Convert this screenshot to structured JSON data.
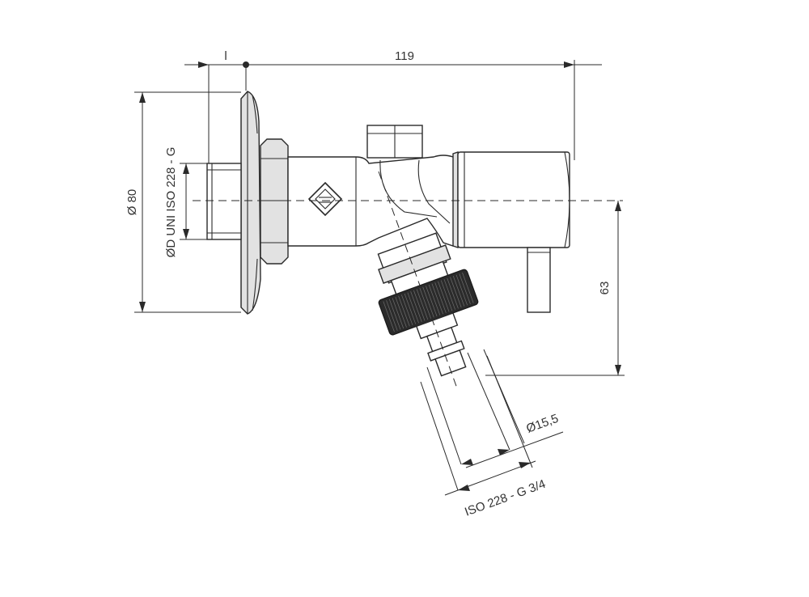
{
  "dimensions": {
    "overall_length": "119",
    "wall_offset": "l",
    "flange_diameter": "Ø 80",
    "thread_inlet": "ØD UNI ISO 228 - G",
    "height": "63",
    "outlet_diameter": "Ø15,5",
    "outlet_thread": "ISO 228 - G 3/4"
  },
  "colors": {
    "line": "#2a2a2a",
    "knurl": "#2b2b2b",
    "shade": "#e2e2e2"
  }
}
